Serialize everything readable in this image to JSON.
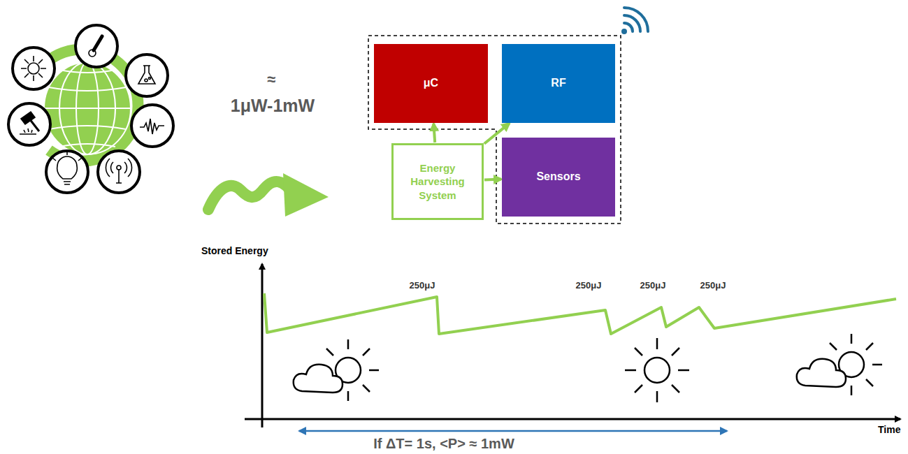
{
  "diagram": {
    "nodes": [
      {
        "text": [
          "μC"
        ]
      },
      {
        "text": [
          "RF"
        ]
      },
      {
        "text": [
          "Energy Harvesting System"
        ]
      },
      {
        "text": [
          "Sensors"
        ]
      }
    ],
    "edges": [
      {
        "from": 2,
        "to": 0,
        "arrow": "to"
      },
      {
        "from": 2,
        "to": 1,
        "arrow": "to"
      },
      {
        "from": 2,
        "to": 3,
        "arrow": "to"
      }
    ],
    "labels": [
      "≈",
      "1μW-1mW",
      "Stored Energy",
      "250μJ",
      "250μJ",
      "250μJ",
      "250μJ",
      "Time",
      "If ΔT= 1s, <P> ≈ 1mW"
    ]
  }
}
